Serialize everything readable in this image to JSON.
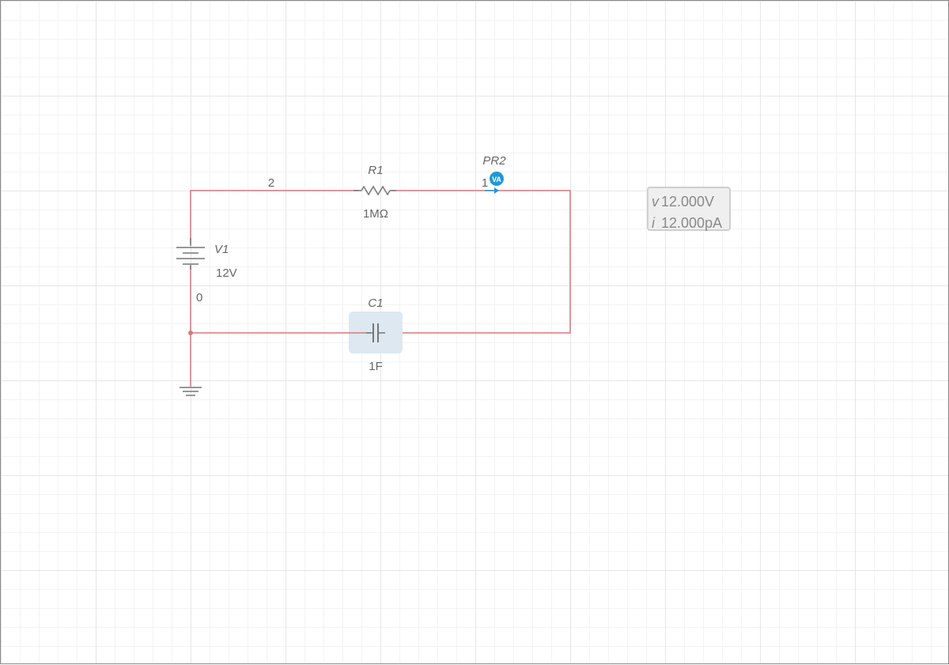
{
  "components": {
    "resistor": {
      "name": "R1",
      "value": "1MΩ"
    },
    "capacitor": {
      "name": "C1",
      "value": "1F"
    },
    "source": {
      "name": "V1",
      "value": "12V"
    },
    "probe": {
      "name": "PR2",
      "badge": "VA"
    }
  },
  "nets": {
    "top": "2",
    "probe_node": "1",
    "ground": "0"
  },
  "probe_readout": {
    "voltage_symbol": "v",
    "voltage": "12.000V",
    "current_symbol": "i",
    "current": "12.000pA"
  },
  "colors": {
    "wire": "#d47a7a",
    "component": "#777777",
    "probe": "#1e9ad6",
    "selection": "#dde8f0",
    "grid_major": "#e6e6e6",
    "grid_minor": "#f3f3f3"
  }
}
